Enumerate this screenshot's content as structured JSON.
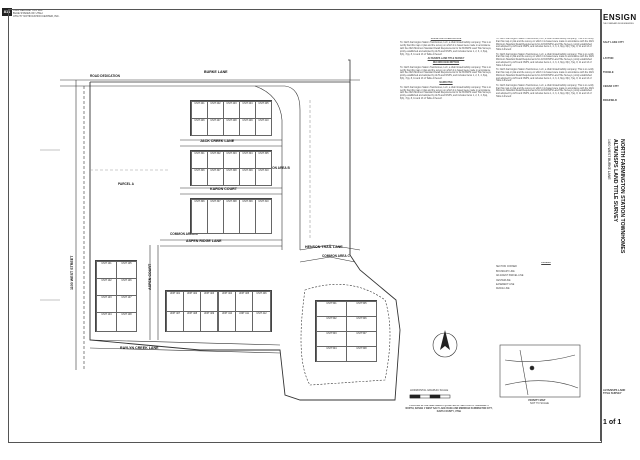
{
  "header_left": {
    "badge": "811",
    "lines": [
      "CALL BEFORE YOU DIG",
      "BLUE STAKES OF UTAH",
      "UTILITY NOTIFICATION CENTER, INC."
    ]
  },
  "streets": {
    "burke_lane": "BURKE LANE",
    "jack_creek_lane": "JACK CREEK LANE",
    "karon_court": "KARON COURT",
    "aspen_ridge_lane": "ASPEN RIDGE LANE",
    "aspen_court": "ASPEN COURT",
    "raylyn_creek_lane": "RAYLYN CREEK LANE",
    "henson_trail_lane": "HENSON TRAIL LANE",
    "west_street": "1100 WEST STREET"
  },
  "parcels": {
    "parcel_a": "PARCEL A",
    "common_area_a": "COMMON AREA A",
    "common_area_b": "COMMON AREA B",
    "common_area_c": "COMMON AREA C",
    "road_dedication": "ROAD DEDICATION"
  },
  "units": {
    "block_left_top": [
      "UNIT 101",
      "UNIT 102",
      "UNIT 103",
      "UNIT 104"
    ],
    "block_left_bot": [
      "UNIT 105",
      "UNIT 106",
      "UNIT 107",
      "UNIT 108"
    ],
    "block_jack": [
      "UNIT 201",
      "UNIT 202",
      "UNIT 203",
      "UNIT 204",
      "UNIT 205"
    ],
    "block_jack2": [
      "UNIT 206",
      "UNIT 207",
      "UNIT 208",
      "UNIT 209",
      "UNIT 210"
    ],
    "block_karon": [
      "UNIT 301",
      "UNIT 302",
      "UNIT 303",
      "UNIT 304",
      "UNIT 305"
    ],
    "block_karon2": [
      "UNIT 306",
      "UNIT 307",
      "UNIT 308",
      "UNIT 309",
      "UNIT 310"
    ],
    "block_aspen": [
      "UNIT 401",
      "UNIT 402",
      "UNIT 403",
      "UNIT 404",
      "UNIT 405",
      "UNIT 406"
    ],
    "block_aspen2": [
      "UNIT 407",
      "UNIT 408",
      "UNIT 409",
      "UNIT 410",
      "UNIT 411",
      "UNIT 412"
    ],
    "block_henson": [
      "UNIT 501",
      "UNIT 502",
      "UNIT 503",
      "UNIT 504"
    ],
    "block_henson2": [
      "UNIT 505",
      "UNIT 506",
      "UNIT 507",
      "UNIT 508"
    ]
  },
  "notes": {
    "heading_1": "SURVEYOR'S CERTIFICATE",
    "heading_2": "ALTA/NSPS LAND TITLE SURVEY",
    "heading_3": "RECORD DESCRIPTION",
    "heading_4": "NARRATIVE",
    "heading_5": "LEGEND",
    "body": "To: North Farmington Station Townhomes, LLC, a Utah limited liability company; This is to certify that this map or plat and the survey on which it is based were made in accordance with the 2021 Minimum Standard Detail Requirements for ALTA/NSPS Land Title Surveys, jointly established and adopted by ALTA and NSPS, and includes Items 1, 2, 3, 4, 6(a), 6(b), 7(a), 8, 11 and 13 of Table A thereof."
  },
  "legend_items": [
    "SECTION CORNER",
    "BOUNDARY LINE",
    "ADJACENT PARCEL LINE",
    "CENTERLINE",
    "EASEMENT LINE",
    "FENCE LINE"
  ],
  "scale_label": "HORIZONTAL GRAPHIC SCALE",
  "vicinity": {
    "caption": "LOCATED IN THE NORTHWEST QUARTER OF SECTION 14 TOWNSHIP 3 NORTH, RANGE 1 WEST SALT LAKE BASE AND MERIDIAN FARMINGTON CITY, DAVIS COUNTY, UTAH",
    "map_title": "VICINITY MAP",
    "map_sub": "NOT TO SCALE"
  },
  "title_block": {
    "company": "ENSIGN",
    "tagline": "THE STANDARD IN ENGINEERING",
    "offices": [
      "SALT LAKE CITY",
      "LAYTON",
      "TOOELE",
      "CEDAR CITY",
      "RICHFIELD"
    ],
    "project_line_1": "NORTH FARMINGTON STATION TOWNHOMES",
    "project_line_2": "ALTA/NSPS LAND TITLE SURVEY",
    "project_line_3": "1400 WEST BURKE LANE",
    "sheet_title": "ALTA/NSPS LAND TITLE SURVEY",
    "sheet_number": "1 of 1"
  }
}
